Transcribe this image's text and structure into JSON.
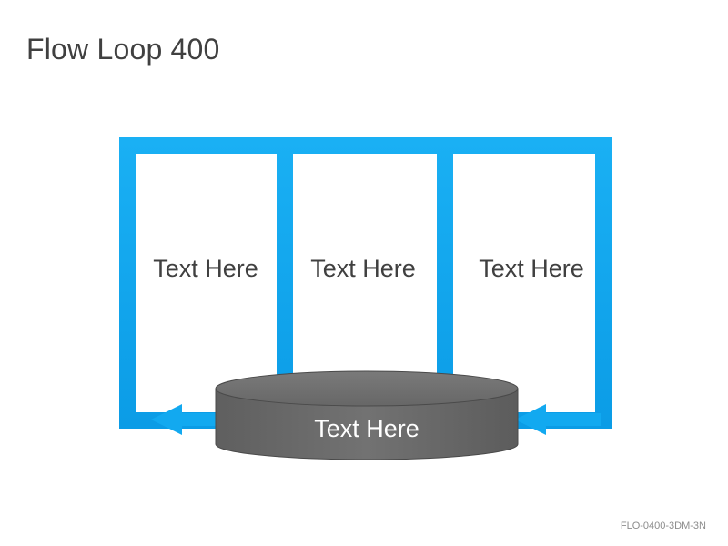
{
  "slide": {
    "title": "Flow Loop 400",
    "code": "FLO-0400-3DM-3N"
  },
  "panels": [
    {
      "label": "Text Here"
    },
    {
      "label": "Text Here"
    },
    {
      "label": "Text Here"
    }
  ],
  "center": {
    "label": "Text Here"
  },
  "colors": {
    "loop_blue": "#12a9f0",
    "cylinder_gray": "#6e6e6e",
    "title_text": "#404040",
    "footer_text": "#8c8c8c"
  },
  "icons": {
    "left_arrow": "arrow-left-icon",
    "right_arrow": "arrow-left-icon"
  }
}
